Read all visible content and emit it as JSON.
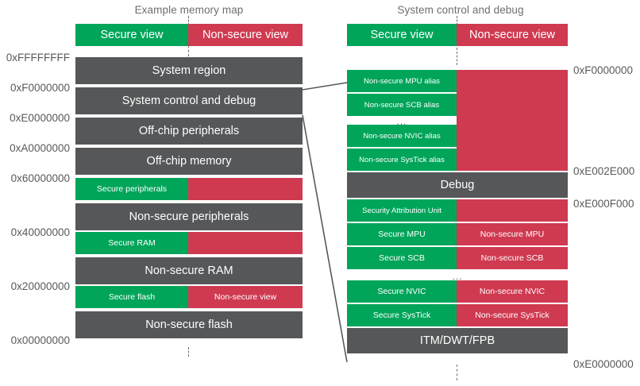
{
  "left_panel": {
    "title": "Example memory map",
    "legend": {
      "secure": "Secure view",
      "non_secure": "Non-secure view"
    },
    "addresses": [
      "0xFFFFFFFF",
      "0xF0000000",
      "0xE0000000",
      "0xA0000000",
      "0x60000000",
      "0x40000000",
      "0x20000000",
      "0x00000000"
    ],
    "rows": [
      {
        "secure": "System region",
        "non_secure": "",
        "kind": "full-gray"
      },
      {
        "secure": "System control and debug",
        "non_secure": "",
        "kind": "full-gray"
      },
      {
        "secure": "Off-chip peripherals",
        "non_secure": "",
        "kind": "full-gray"
      },
      {
        "secure": "Off-chip memory",
        "non_secure": "",
        "kind": "full-gray"
      },
      {
        "secure": "Secure peripherals",
        "non_secure": "",
        "kind": "split"
      },
      {
        "secure": "Non-secure peripherals",
        "non_secure": "",
        "kind": "full-gray"
      },
      {
        "secure": "Secure RAM",
        "non_secure": "",
        "kind": "split"
      },
      {
        "secure": "Non-secure RAM",
        "non_secure": "",
        "kind": "full-gray"
      },
      {
        "secure": "Secure flash",
        "non_secure": "Non-secure view",
        "kind": "split"
      },
      {
        "secure": "Non-secure flash",
        "non_secure": "",
        "kind": "full-gray"
      }
    ]
  },
  "right_panel": {
    "title": "System control and debug",
    "legend": {
      "secure": "Secure view",
      "non_secure": "Non-secure view"
    },
    "addresses": [
      "0xF0000000",
      "0xE002E000",
      "0xE000F000",
      "0xE0000000"
    ],
    "rows": [
      {
        "secure": "Non-secure MPU alias",
        "non_secure": "",
        "kind": "split"
      },
      {
        "secure": "Non-secure SCB alias",
        "non_secure": "",
        "kind": "split"
      },
      {
        "secure": "",
        "non_secure": "",
        "kind": "gap-ellipsis"
      },
      {
        "secure": "Non-secure NVIC alias",
        "non_secure": "",
        "kind": "split"
      },
      {
        "secure": "Non-secure SysTick alias",
        "non_secure": "",
        "kind": "split"
      },
      {
        "secure": "Debug",
        "non_secure": "",
        "kind": "full-gray"
      },
      {
        "secure": "Security Attribution Unit",
        "non_secure": "",
        "kind": "split"
      },
      {
        "secure": "Secure MPU",
        "non_secure": "Non-secure MPU",
        "kind": "split"
      },
      {
        "secure": "Secure SCB",
        "non_secure": "Non-secure SCB",
        "kind": "split"
      },
      {
        "secure": "",
        "non_secure": "",
        "kind": "gap-ellipsis"
      },
      {
        "secure": "Secure NVIC",
        "non_secure": "Non-secure NVIC",
        "kind": "split"
      },
      {
        "secure": "Secure SysTick",
        "non_secure": "Non-secure SysTick",
        "kind": "split"
      },
      {
        "secure": "ITM/DWT/FPB",
        "non_secure": "",
        "kind": "full-gray"
      }
    ],
    "ellipsis_mark": "..."
  },
  "colors": {
    "secure_green": "#00a55a",
    "non_secure_red": "#cf3a51",
    "gray": "#555759",
    "text_gray": "#58595b",
    "background": "#ffffff"
  }
}
